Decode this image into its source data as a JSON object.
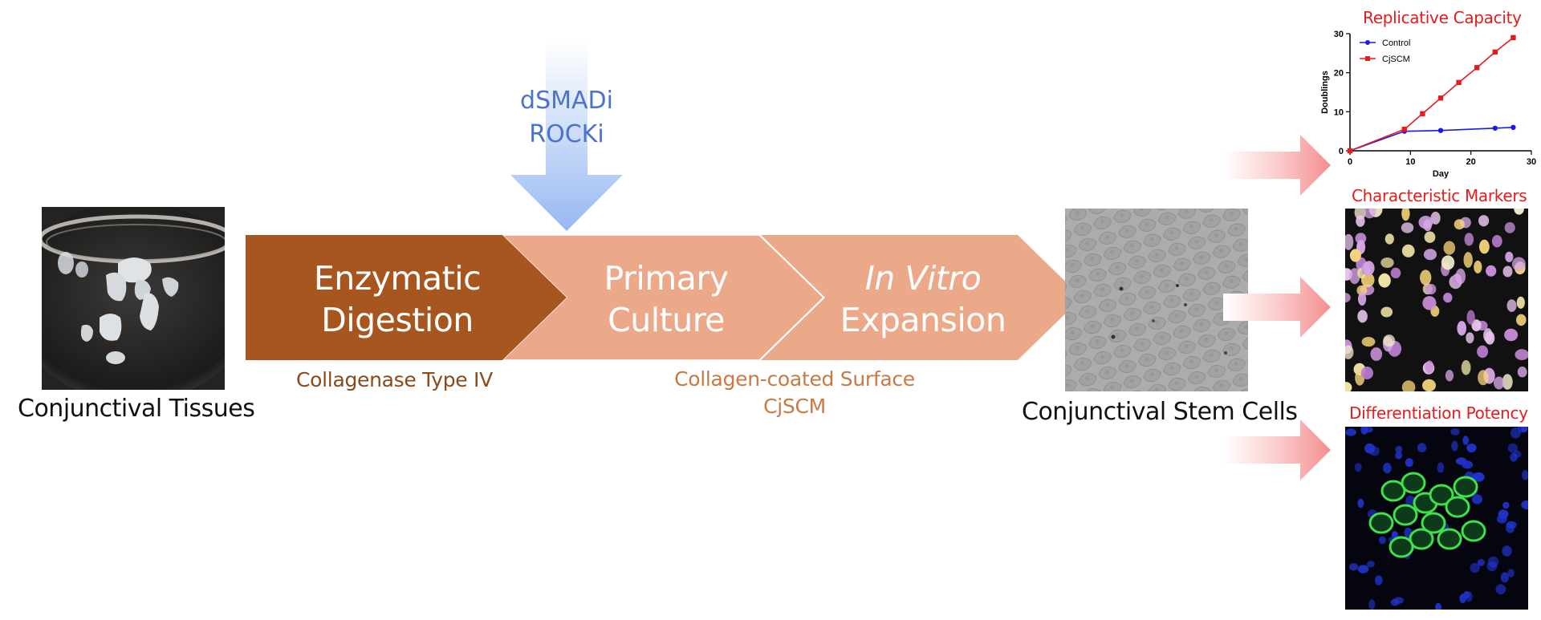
{
  "tissue_caption": "Conjunctival Tissues",
  "steps": [
    {
      "line1": "Enzymatic",
      "line2": "Digestion"
    },
    {
      "line1": "Primary",
      "line2": "Culture"
    },
    {
      "line1": "In Vitro",
      "line2": "Expansion"
    }
  ],
  "inhibitors": [
    "dSMADi",
    "ROCKi"
  ],
  "collagenase": "Collagenase Type IV",
  "culture_conditions": [
    "Collagen-coated Surface",
    "CjSCM"
  ],
  "stem_cells_caption": "Conjunctival Stem Cells",
  "panels": {
    "replicative": "Replicative Capacity",
    "markers": "Characteristic Markers",
    "potency": "Differentiation Potency"
  },
  "colors": {
    "step1": "#a8561f",
    "step2": "#eba98a",
    "step3": "#eba98a",
    "inhibitor_arrow": "#aec7f5",
    "red_arrow": "#f7a7a7",
    "control": "#1a1ae6",
    "cjscm": "#e61b1b"
  },
  "chart_data": {
    "type": "line",
    "title": "Replicative Capacity",
    "xlabel": "Day",
    "ylabel": "Doublings",
    "xlim": [
      0,
      30
    ],
    "ylim": [
      0,
      30
    ],
    "xticks": [
      0,
      10,
      20,
      30
    ],
    "yticks": [
      0,
      10,
      20,
      30
    ],
    "legend_position": "top-left",
    "series": [
      {
        "name": "Control",
        "color": "#1a1ae6",
        "marker": "circle",
        "x": [
          0,
          9,
          15,
          24,
          27
        ],
        "y": [
          0,
          5,
          5.2,
          5.8,
          6
        ]
      },
      {
        "name": "CjSCM",
        "color": "#e61b1b",
        "marker": "square",
        "x": [
          0,
          9,
          12,
          15,
          18,
          21,
          24,
          27
        ],
        "y": [
          0,
          5.5,
          9.5,
          13.5,
          17.5,
          21.3,
          25.3,
          29
        ]
      }
    ]
  }
}
